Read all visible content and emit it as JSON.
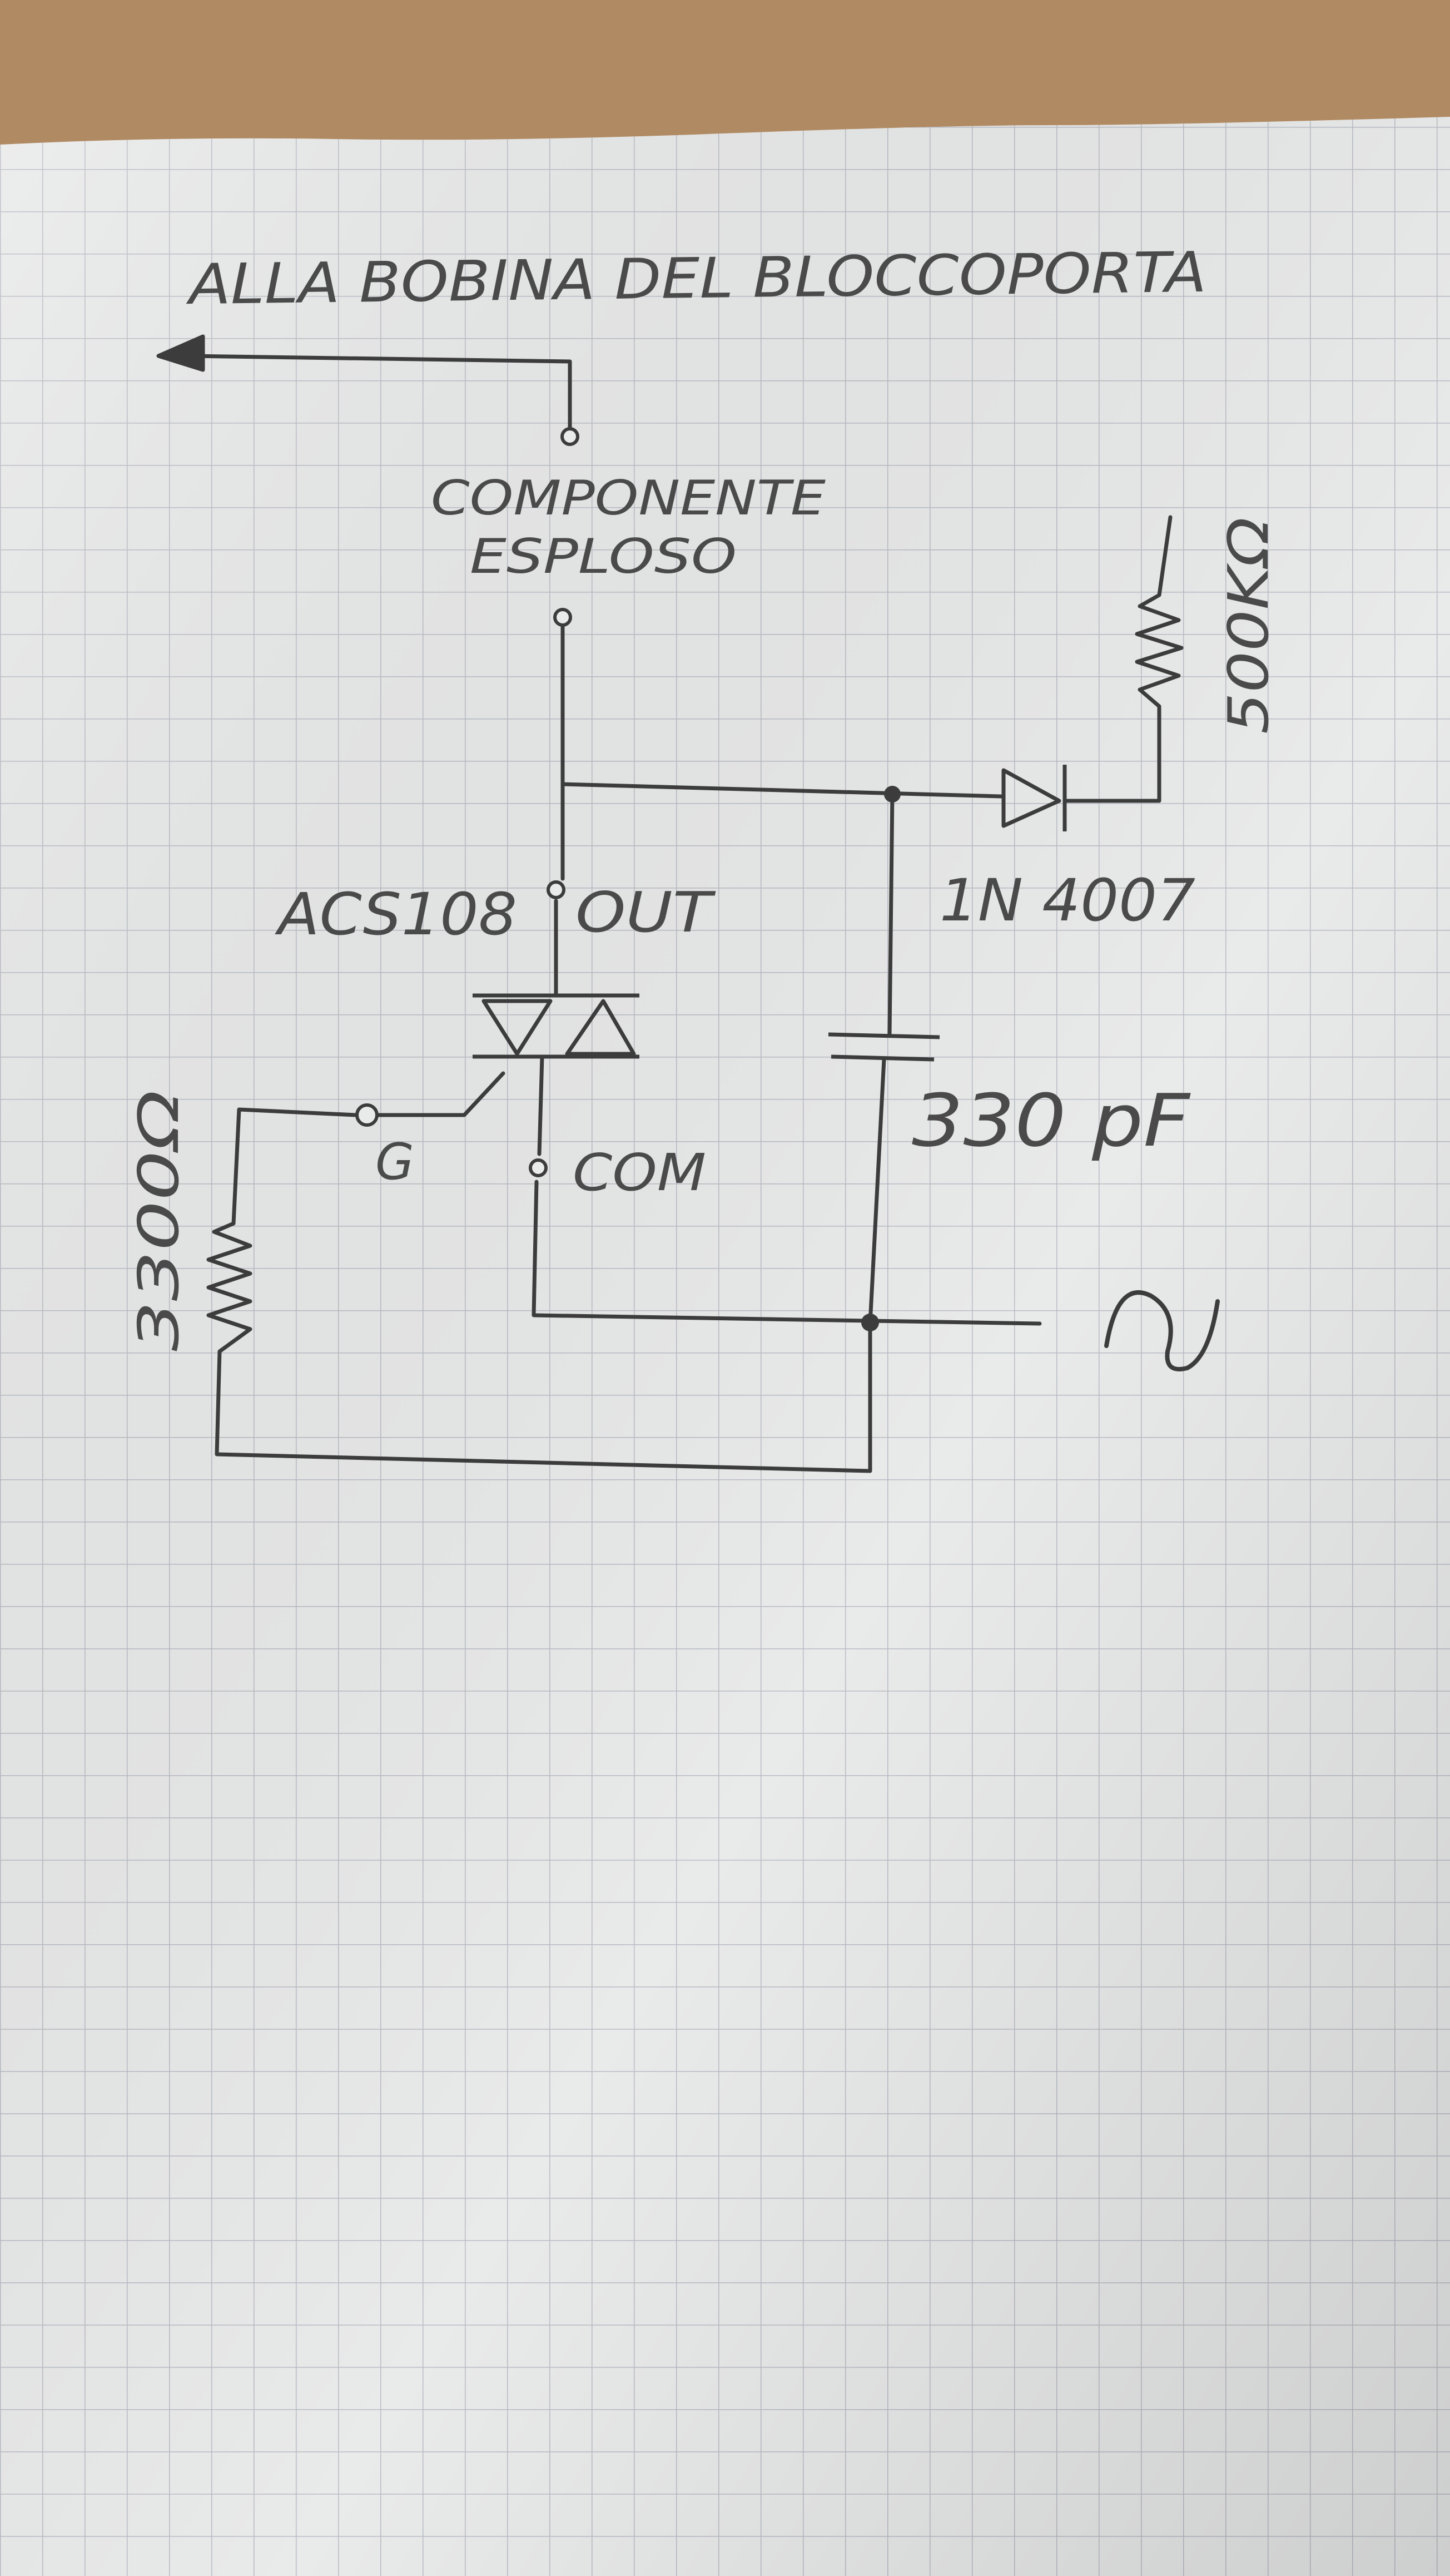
{
  "labels": {
    "destination": "ALLA BOBINA DEL BLOCCOPORTA",
    "fuse_line1": "COMPONENTE",
    "fuse_line2": "ESPLOSO",
    "triac": "ACS108",
    "out_pin": "OUT",
    "gate_pin": "G",
    "com_pin": "COM",
    "diode": "1N 4007",
    "capacitor": "330 pF",
    "resistor_top": "500KΩ",
    "resistor_gate": "3300Ω",
    "ac_symbol": "~"
  },
  "colors": {
    "paper": "#e9eaea",
    "grid": "#b8bcc4",
    "pencil": "#3c3c3c",
    "wood": "#b08a62"
  }
}
